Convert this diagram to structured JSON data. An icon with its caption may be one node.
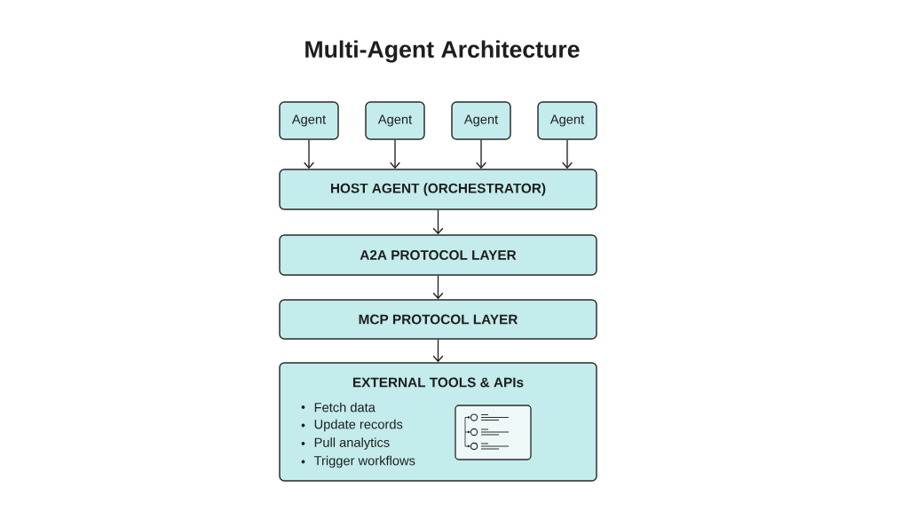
{
  "diagram": {
    "title": "Multi-Agent Architecture",
    "nodes": [
      {
        "text": [
          "Agent"
        ]
      },
      {
        "text": [
          "Agent"
        ]
      },
      {
        "text": [
          "Agent"
        ]
      },
      {
        "text": [
          "Agent"
        ]
      },
      {
        "text": [
          "HOST AGENT (ORCHESTRATOR)"
        ]
      },
      {
        "text": [
          "A2A PROTOCOL LAYER"
        ]
      },
      {
        "text": [
          "MCP PROTOCOL LAYER"
        ]
      },
      {
        "text": [
          "EXTERNAL TOOLS & APIs",
          "Fetch data",
          "Update records",
          "Pull analytics",
          "Trigger workflows"
        ]
      }
    ],
    "edges": [
      {
        "from": 0,
        "to": 4,
        "arrow": "to"
      },
      {
        "from": 1,
        "to": 4,
        "arrow": "to"
      },
      {
        "from": 2,
        "to": 4,
        "arrow": "to"
      },
      {
        "from": 3,
        "to": 4,
        "arrow": "to"
      },
      {
        "from": 4,
        "to": 5,
        "arrow": "to"
      },
      {
        "from": 5,
        "to": 6,
        "arrow": "to"
      },
      {
        "from": 6,
        "to": 7,
        "arrow": "to"
      }
    ]
  }
}
